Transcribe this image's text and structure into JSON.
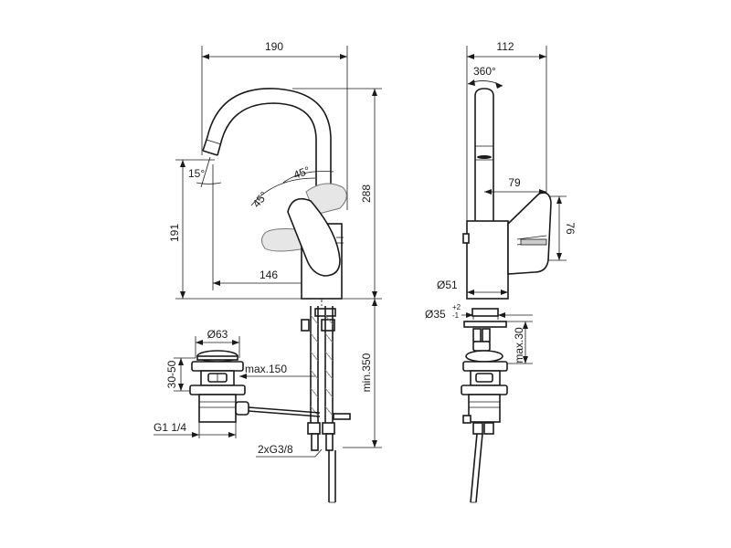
{
  "front_view": {
    "width_top": "190",
    "height_total": "288",
    "height_spout": "191",
    "reach": "146",
    "angle_spout": "15°",
    "angle_lever_a": "45°",
    "angle_lever_b": "45°",
    "supply": "2xG3/8",
    "min_length": "min.350"
  },
  "side_view": {
    "depth_top": "112",
    "rotation": "360°",
    "lever_reach": "79",
    "lever_height": "76",
    "body_diameter": "Ø51",
    "hole_diameter": "Ø35",
    "tolerance_plus": "+2",
    "tolerance_minus": "-1",
    "max_deck": "max.30"
  },
  "waste_view": {
    "diameter": "Ø63",
    "range": "30-50",
    "max_length": "max.150",
    "thread": "G1 1/4"
  }
}
